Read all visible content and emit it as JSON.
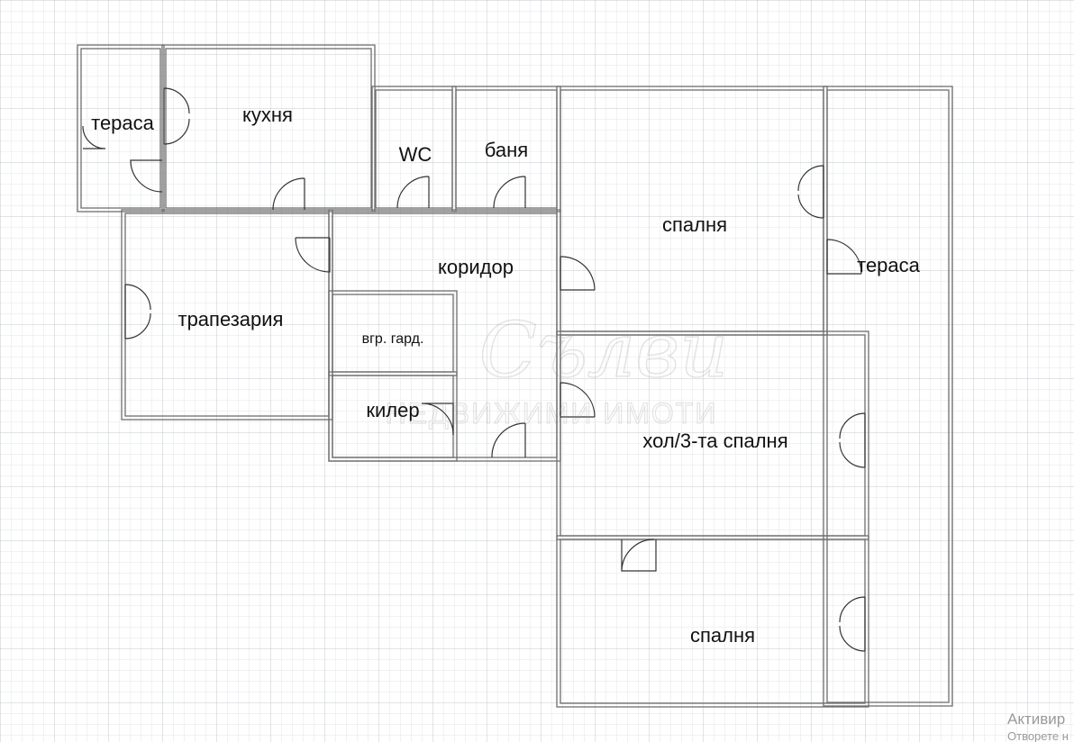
{
  "rooms": {
    "terrace_left": "тераса",
    "kitchen": "кухня",
    "wc": "WC",
    "bathroom": "баня",
    "bedroom_top": "спалня",
    "terrace_right": "тераса",
    "dining": "трапезария",
    "corridor": "коридор",
    "wardrobe": "вгр. гард.",
    "pantry": "килер",
    "hall_bedroom": "хол/3-та спалня",
    "bedroom_bottom": "спалня"
  },
  "watermark": {
    "script": "Сълви",
    "subtitle": "НЕДВИЖИМИ ИМОТИ"
  },
  "os_overlay": {
    "line1": "Активир",
    "line2": "Отворете н"
  },
  "colors": {
    "wall": "#6e6e6e",
    "grid_minor": "#e3e6ea",
    "grid_major": "#bfc4c9",
    "text": "#111111"
  }
}
